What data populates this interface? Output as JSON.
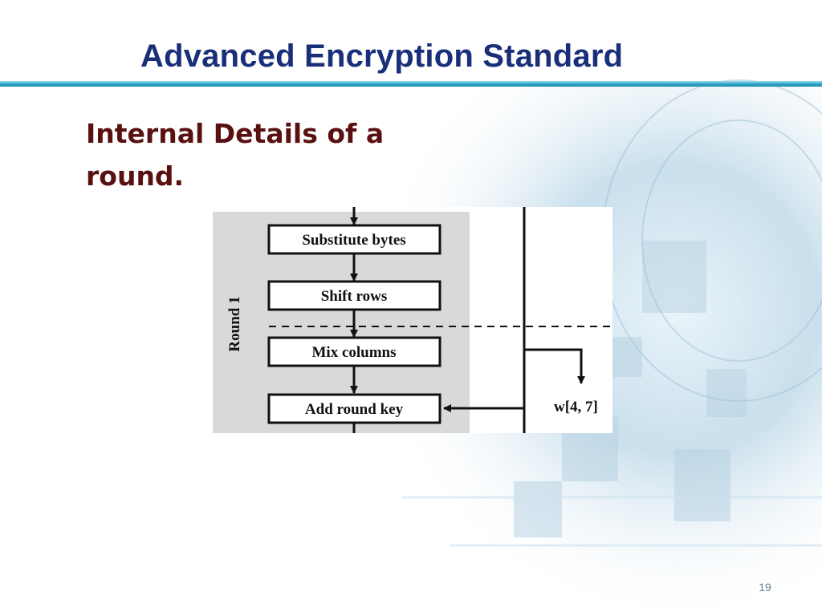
{
  "slide": {
    "title": "Advanced Encryption Standard",
    "subtitle": "Internal Details of a round.",
    "page_number": "19"
  },
  "diagram": {
    "round_label": "Round 1",
    "steps": [
      "Substitute bytes",
      "Shift rows",
      "Mix columns",
      "Add round key"
    ],
    "key_label": "w[4, 7]"
  },
  "colors": {
    "title": "#1a2f7a",
    "subtitle": "#5a1010",
    "rule": "#2aa3c5",
    "round_panel": "#d9d9d9"
  }
}
